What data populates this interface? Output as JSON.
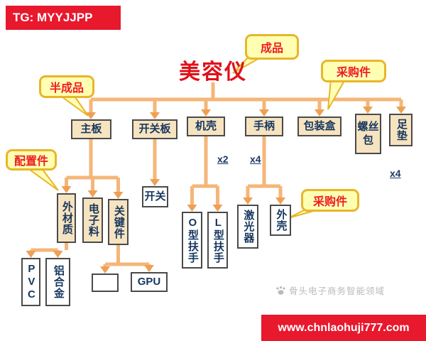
{
  "banners": {
    "top_left": "TG: MYYJJPP",
    "bottom_right": "www.chnlaohuji777.com"
  },
  "diagram": {
    "title": "美容仪",
    "callouts": {
      "finished": "成品",
      "purchased_top": "采购件",
      "semi_finished": "半成品",
      "config": "配置件",
      "purchased_mid": "采购件"
    },
    "nodes": {
      "mainboard": "主板",
      "switchboard": "开关板",
      "casing": "机壳",
      "handle": "手柄",
      "packaging_box": "包装盒",
      "screw_pack": "螺丝包",
      "foot_pad": "足垫",
      "outer_material": "外材质",
      "electronic_material": "电子料",
      "key_parts": "关键件",
      "switch": "开关",
      "o_handrail": "O型扶手",
      "l_handrail": "L型扶手",
      "laser": "激光器",
      "shell": "外壳",
      "pvc": "PVC",
      "aluminum": "铝合金",
      "gpu": "GPU",
      "empty": ""
    },
    "multipliers": {
      "casing": "x2",
      "handle": "x4",
      "foot_pad": "x4"
    }
  },
  "watermark": "骨头电子商务智能领域",
  "colors": {
    "banner_red": "#e8182d",
    "title_red": "#e0101a",
    "callout_fill": "#ffffb3",
    "callout_border": "#e8b62a",
    "callout_text": "#ee1c25",
    "node_fill_tan": "#f6e3c0",
    "node_border": "#4a4a4a",
    "node_text": "#17375e",
    "arrow_line": "#f4b678",
    "arrow_head": "#efa053"
  }
}
